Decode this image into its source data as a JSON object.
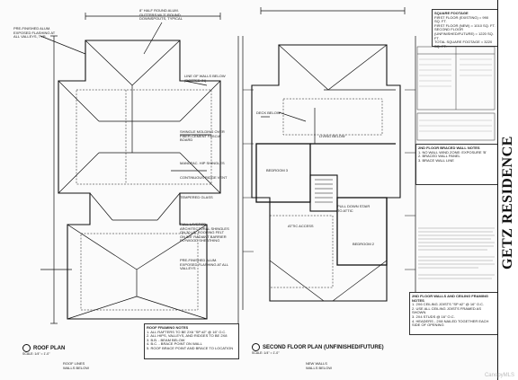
{
  "sheet": {
    "roof_plan_title": "ROOF PLAN",
    "roof_plan_scale": "SCALE: 1/4\" = 1'-0\"",
    "second_floor_title": "SECOND FLOOR PLAN  (UNFINISHED/FUTURE)",
    "second_floor_scale": "SCALE: 1/4\" = 1'-0\"",
    "residence_name": "GETZ RESIDENCE",
    "watermark": "CanopyMLS"
  },
  "roof_notes": [
    "PRE-FINISHED ALUM. EXPOSED FLASHING AT ALL VALLEYS, TYP.",
    "8\" HALF ROUND ALUM. GUTTERS W/ 3\" ROUND DOWNSPOUTS, TYPICAL",
    "LINE OF WALLS BELOW (DOTTED IN)",
    "SHINGLE MOLDING OVER FIBER-CEMENT FASCIA BOARD",
    "MANUFAC. HIP SHINGLES",
    "CONTINUOUS RIDGE VENT",
    "TEMPERED GLASS",
    "FULL LAYERED ARCHITECTURAL SHINGLES ON 30 LB. ROOFING FELT ON 5/8\" RADIANT BARRIER PLYWOOD SHEATHING",
    "PRE-FINISHED ALUM. EXPOSED FLASHING AT ALL VALLEYS"
  ],
  "roof_framing_notes": {
    "title": "ROOF FRAMING NOTES",
    "lines": [
      "1. ALL RAFTERS TO BE 2X6 \"SP #2\" @ 16\" O.C.",
      "2. ALL HIPS, VALLEYS, AND RIDGES TO BE 2X8",
      "3. B.B. - BEAM BELOW",
      "4. B.C. - BRACE POINT ON WALL",
      "5. ROOF BRACE POINT AND BRACE TO LOCATION"
    ]
  },
  "roof_legend": [
    "ROOF LINES",
    "WALLS BELOW"
  ],
  "floor_legend": [
    "NEW WALLS",
    "WALLS BELOW"
  ],
  "square_footage": {
    "title": "SQUARE FOOTAGE",
    "rows": [
      "FIRST FLOOR (EXISTING) = 990 SQ. FT.",
      "FIRST FLOOR (NEW) = 1010 SQ. FT.",
      "SECOND FLOOR (UNFINISHED/FUTURE) = 1220 SQ. FT.",
      "TOTAL SQUARE FOOTAGE = 3220 SQ. FT."
    ]
  },
  "braced_wall_notes": {
    "title": "2ND FLOOR BRACED WALL NOTES",
    "lines": [
      "1. NO WALL WIND ZONE: EXPOSURE 'B'",
      "2. BRACED WALL PANEL",
      "3. BRACE WALL LINE"
    ]
  },
  "framing_notes": {
    "title": "2ND FLOOR WALLS AND CEILING FRAMING NOTES",
    "lines": [
      "1. 2X6 CEILING JOISTS \"SP #2\" @ 16\" O.C.",
      "2. USE ALL CEILING JOISTS FRAMED AS SHOWN",
      "3. 2X4 STUDS @ 16\" O.C.",
      "4. HEADERS - 2X8 NAILED TOGETHER EACH SIDE OF OPENING"
    ]
  },
  "rooms": [
    "BEDROOM 3",
    "BEDROOM 2",
    "DECK BELOW",
    "ATTIC ACCESS",
    "PULL DOWN STAIR TO ATTIC",
    "LIVING BELOW"
  ]
}
